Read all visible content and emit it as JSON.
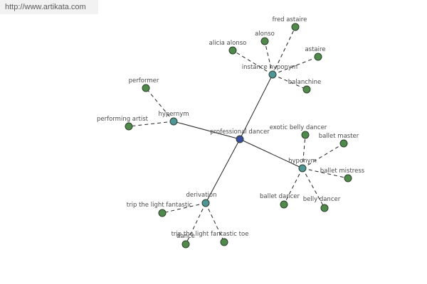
{
  "watermark": "http://www.artikata.com",
  "colors": {
    "root": "#3a4aa0",
    "relation": "#4e9696",
    "leaf": "#4f8a4a",
    "edge": "#222222"
  },
  "root": {
    "id": "root",
    "label": "professional dancer"
  },
  "relations": [
    {
      "id": "rel-instance",
      "label": "instance hyponym"
    },
    {
      "id": "rel-hypernym",
      "label": "hypernym"
    },
    {
      "id": "rel-hyponym",
      "label": "hyponym"
    },
    {
      "id": "rel-derivation",
      "label": "derivation"
    }
  ],
  "leaves": [
    {
      "id": "leaf-fred-astaire",
      "parent": "rel-instance",
      "label": "fred astaire"
    },
    {
      "id": "leaf-alonso",
      "parent": "rel-instance",
      "label": "alonso"
    },
    {
      "id": "leaf-alicia-alonso",
      "parent": "rel-instance",
      "label": "alicia alonso"
    },
    {
      "id": "leaf-astaire",
      "parent": "rel-instance",
      "label": "astaire"
    },
    {
      "id": "leaf-balanchine",
      "parent": "rel-instance",
      "label": "balanchine"
    },
    {
      "id": "leaf-performer",
      "parent": "rel-hypernym",
      "label": "performer"
    },
    {
      "id": "leaf-performing-artist",
      "parent": "rel-hypernym",
      "label": "performing artist"
    },
    {
      "id": "leaf-exotic-belly-dancer",
      "parent": "rel-hyponym",
      "label": "exotic belly dancer"
    },
    {
      "id": "leaf-ballet-master",
      "parent": "rel-hyponym",
      "label": "ballet master"
    },
    {
      "id": "leaf-ballet-mistress",
      "parent": "rel-hyponym",
      "label": "ballet mistress"
    },
    {
      "id": "leaf-ballet-dancer",
      "parent": "rel-hyponym",
      "label": "ballet dancer"
    },
    {
      "id": "leaf-belly-dancer",
      "parent": "rel-hyponym",
      "label": "belly dancer"
    },
    {
      "id": "leaf-trip-light-fantastic",
      "parent": "rel-derivation",
      "label": "trip the light fantastic"
    },
    {
      "id": "leaf-dance",
      "parent": "rel-derivation",
      "label": "dance"
    },
    {
      "id": "leaf-trip-light-fantastic-toe",
      "parent": "rel-derivation",
      "label": "trip the light fantastic toe"
    }
  ]
}
